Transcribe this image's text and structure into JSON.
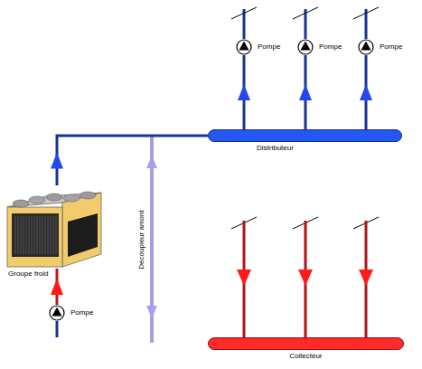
{
  "diagram": {
    "nodes": [
      {
        "text": [
          "Pompe"
        ]
      },
      {
        "text": [
          "Pompe"
        ]
      },
      {
        "text": [
          "Pompe"
        ]
      },
      {
        "text": [
          "Distributeur"
        ]
      },
      {
        "text": [
          "Groupe froid"
        ]
      },
      {
        "text": [
          "Pompe"
        ]
      },
      {
        "text": [
          "Collecteur"
        ]
      }
    ],
    "edges": [
      {
        "from": 4,
        "to": 3,
        "arrow": "to"
      },
      {
        "from": 3,
        "to": 0,
        "arrow": "to"
      },
      {
        "from": 3,
        "to": 1,
        "arrow": "to"
      },
      {
        "from": 3,
        "to": 2,
        "arrow": "to"
      },
      {
        "from": 6,
        "to": 5,
        "arrow": "none"
      },
      {
        "from": 5,
        "to": 4,
        "arrow": "to"
      }
    ],
    "labels": [
      "Découpleur amont"
    ]
  }
}
